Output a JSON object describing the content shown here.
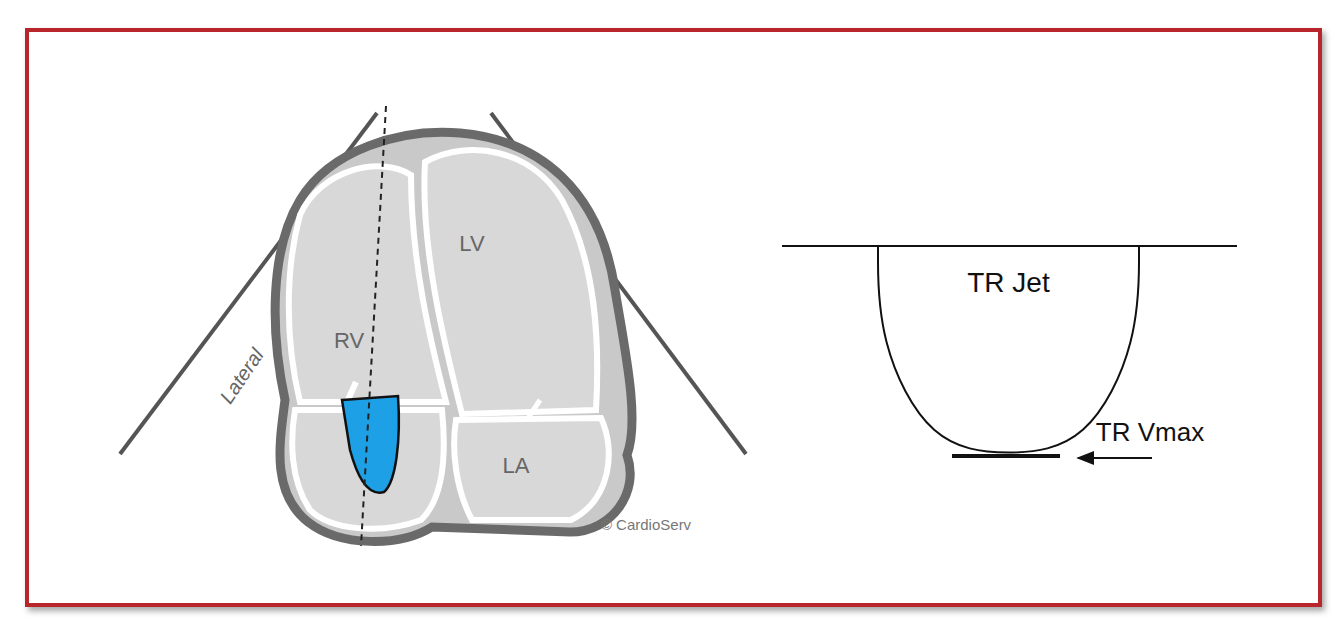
{
  "diagram": {
    "nodes": [
      {
        "text": [
          "TR Jet"
        ]
      }
    ],
    "labels": [
      "Lateral",
      "RV",
      "LV",
      "LA",
      "© CardioServ",
      "TR Vmax"
    ]
  }
}
